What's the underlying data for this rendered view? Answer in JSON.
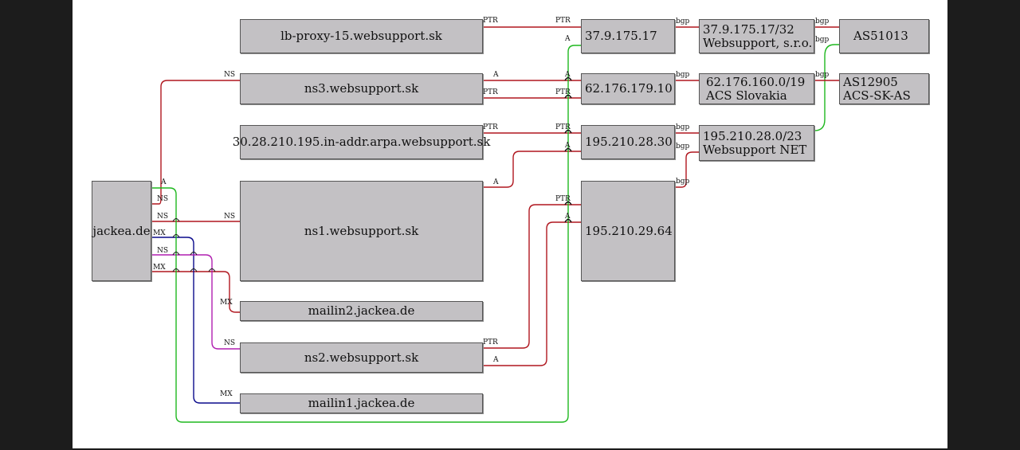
{
  "nodes": {
    "jackea": "jackea.de",
    "lbproxy": "lb-proxy-15.websupport.sk",
    "ns3": "ns3.websupport.sk",
    "arpa": "30.28.210.195.in-addr.arpa.websupport.sk",
    "ns1": "ns1.websupport.sk",
    "mailin2": "mailin2.jackea.de",
    "ns2": "ns2.websupport.sk",
    "mailin1": "mailin1.jackea.de",
    "ip1": "37.9.175.17",
    "ip2": "62.176.179.10",
    "ip3": "195.210.28.30",
    "ip4": "195.210.29.64",
    "net1": [
      "37.9.175.17/32",
      "Websupport, s.r.o."
    ],
    "net2": [
      "62.176.160.0/19",
      "ACS Slovakia"
    ],
    "net3": [
      "195.210.28.0/23",
      "Websupport NET"
    ],
    "as1": "AS51013",
    "as2": [
      "AS12905",
      "ACS-SK-AS"
    ]
  },
  "edge_labels": {
    "ptr": "PTR",
    "a": "A",
    "ns": "NS",
    "mx": "MX",
    "bgp": "bgp"
  },
  "colors": {
    "red": "#b0171f",
    "green": "#1fb81f",
    "blue": "#0a0a8c",
    "magenta": "#b01fb0"
  }
}
